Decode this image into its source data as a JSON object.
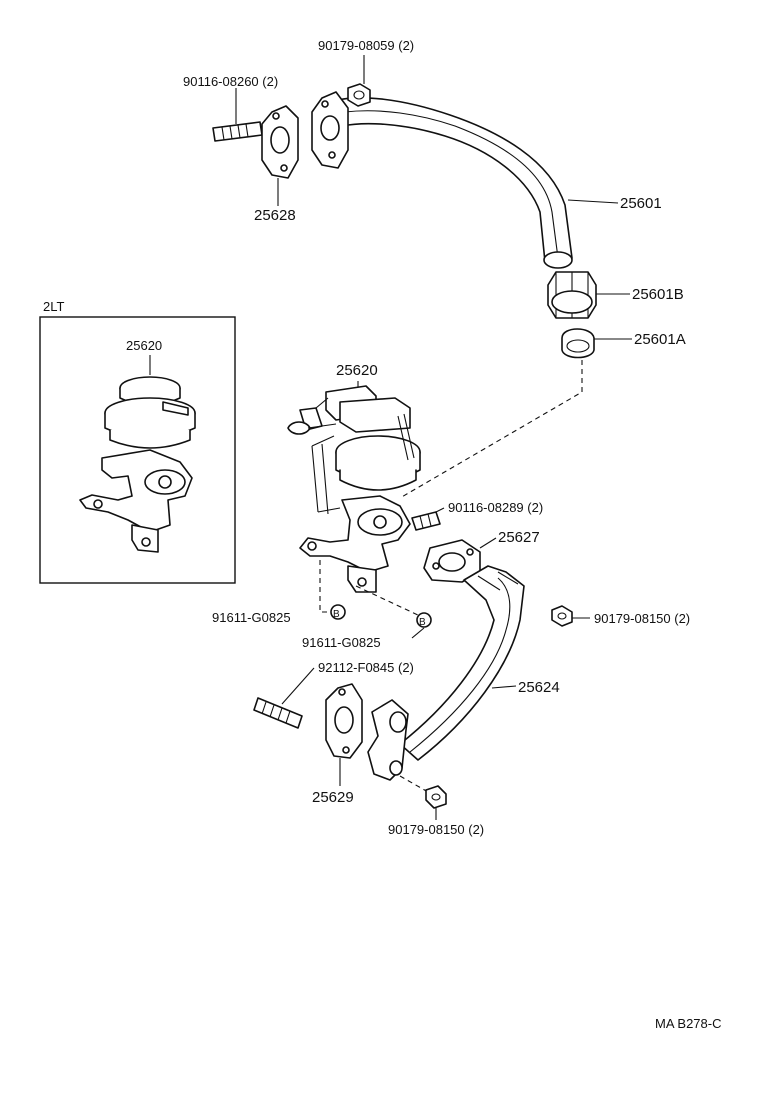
{
  "inset": {
    "title": "2LT",
    "part": "25620"
  },
  "parts": {
    "p_90179_08059": "90179-08059 (2)",
    "p_90116_08260": "90116-08260 (2)",
    "p_25628": "25628",
    "p_25601": "25601",
    "p_25601B": "25601B",
    "p_25601A": "25601A",
    "p_25620": "25620",
    "p_90116_08289": "90116-08289 (2)",
    "p_25627": "25627",
    "p_91611_G0825_a": "91611-G0825",
    "p_91611_G0825_b": "91611-G0825",
    "p_90179_08150_a": "90179-08150 (2)",
    "p_92112_F0845": "92112-F0845 (2)",
    "p_25624": "25624",
    "p_25629": "25629",
    "p_90179_08150_b": "90179-08150 (2)"
  },
  "callout_marker": "B",
  "footer": {
    "code": "MA  B278-C"
  }
}
